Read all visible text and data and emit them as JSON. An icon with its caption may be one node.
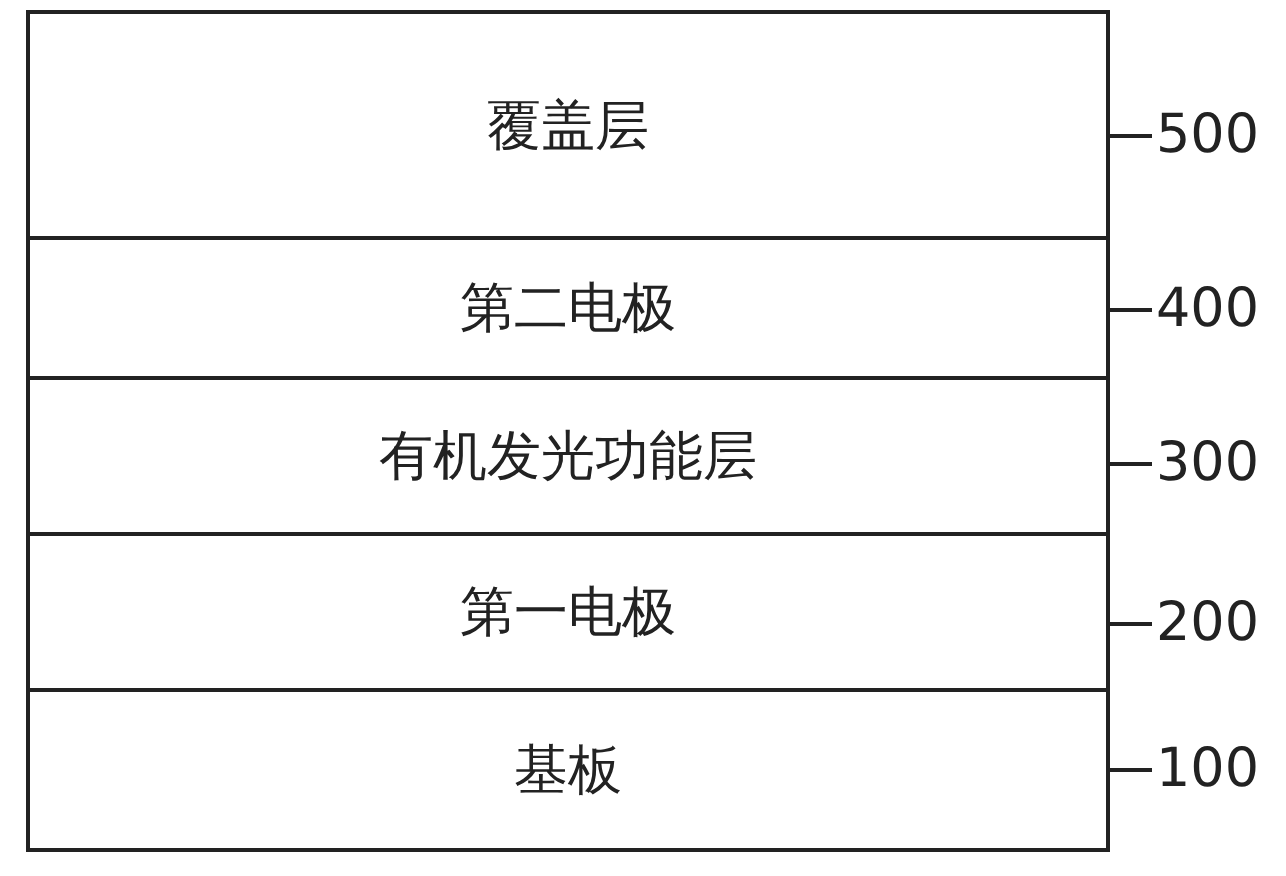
{
  "diagram": {
    "nodes": [
      {
        "text": [
          "覆盖层"
        ]
      },
      {
        "text": [
          "第二电极"
        ]
      },
      {
        "text": [
          "有机发光功能层"
        ]
      },
      {
        "text": [
          "第一电极"
        ]
      },
      {
        "text": [
          "基板"
        ]
      },
      {
        "text": [
          "500"
        ]
      },
      {
        "text": [
          "400"
        ]
      },
      {
        "text": [
          "300"
        ]
      },
      {
        "text": [
          "200"
        ]
      },
      {
        "text": [
          "100"
        ]
      }
    ],
    "edges": [
      {
        "from": 5,
        "to": 0,
        "arrow": "none"
      },
      {
        "from": 6,
        "to": 1,
        "arrow": "none"
      },
      {
        "from": 7,
        "to": 2,
        "arrow": "none"
      },
      {
        "from": 8,
        "to": 3,
        "arrow": "none"
      },
      {
        "from": 9,
        "to": 4,
        "arrow": "none"
      }
    ]
  }
}
